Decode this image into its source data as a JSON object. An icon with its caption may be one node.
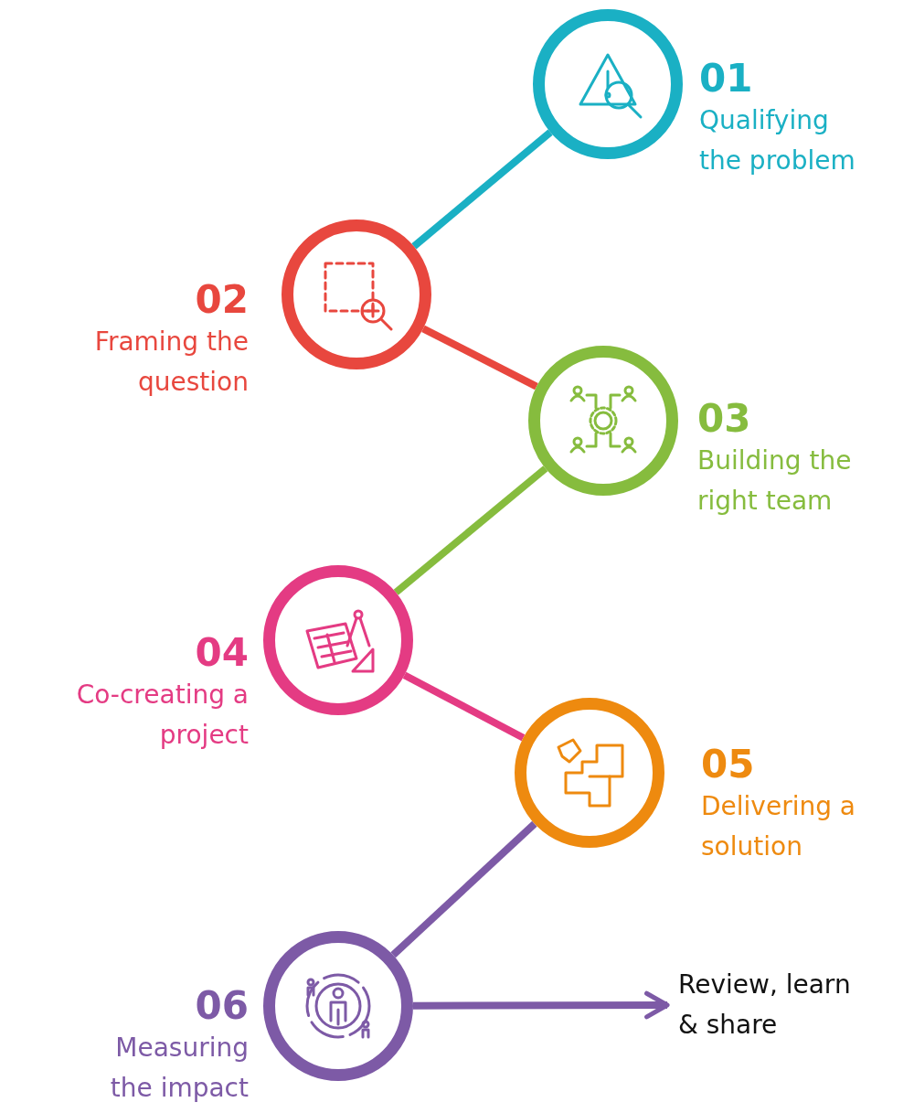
{
  "diagram": {
    "nodes": [
      {
        "text": [
          "01",
          "Qualifying the problem"
        ]
      },
      {
        "text": [
          "02",
          "Framing the question"
        ]
      },
      {
        "text": [
          "03",
          "Building the right team"
        ]
      },
      {
        "text": [
          "04",
          "Co-creating a project"
        ]
      },
      {
        "text": [
          "05",
          "Delivering a solution"
        ]
      },
      {
        "text": [
          "06",
          "Measuring the impact"
        ]
      },
      {
        "text": [
          "Review, learn & share"
        ]
      }
    ],
    "edges": [
      {
        "from": 0,
        "to": 1,
        "arrow": "none",
        "color": "#1ab0c4"
      },
      {
        "from": 1,
        "to": 2,
        "arrow": "none",
        "color": "#e8473e"
      },
      {
        "from": 2,
        "to": 3,
        "arrow": "none",
        "color": "#86bc3e"
      },
      {
        "from": 3,
        "to": 4,
        "arrow": "none",
        "color": "#e43b83"
      },
      {
        "from": 4,
        "to": 5,
        "arrow": "none",
        "color": "#7d5aa6"
      },
      {
        "from": 5,
        "to": 6,
        "arrow": "to",
        "color": "#7d5aa6"
      }
    ]
  }
}
